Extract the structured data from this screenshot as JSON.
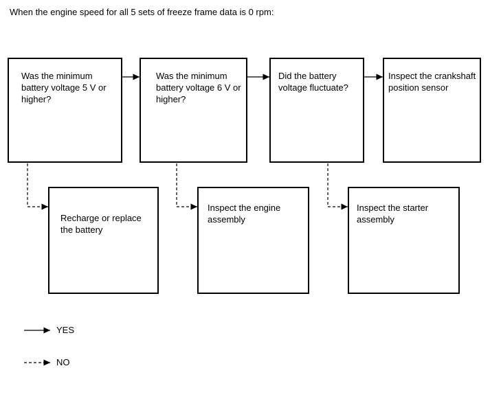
{
  "title": "When the engine speed for all 5 sets of freeze frame data is 0 rpm:",
  "flowchart": {
    "top_row": [
      {
        "label": "Was the minimum battery voltage 5 V or higher?"
      },
      {
        "label": "Was the minimum battery voltage 6 V or higher?"
      },
      {
        "label": "Did the battery voltage fluctuate?"
      },
      {
        "label": "Inspect the crankshaft position sensor"
      }
    ],
    "bottom_row": [
      {
        "label": "Recharge or replace the battery"
      },
      {
        "label": "Inspect the engine assembly"
      },
      {
        "label": "Inspect the starter assembly"
      }
    ],
    "connections": {
      "yes": [
        {
          "from": "Was the minimum battery voltage 5 V or higher?",
          "to": "Was the minimum battery voltage 6 V or higher?"
        },
        {
          "from": "Was the minimum battery voltage 6 V or higher?",
          "to": "Did the battery voltage fluctuate?"
        },
        {
          "from": "Did the battery voltage fluctuate?",
          "to": "Inspect the crankshaft position sensor"
        }
      ],
      "no": [
        {
          "from": "Was the minimum battery voltage 5 V or higher?",
          "to": "Recharge or replace the battery"
        },
        {
          "from": "Was the minimum battery voltage 6 V or higher?",
          "to": "Inspect the engine assembly"
        },
        {
          "from": "Did the battery voltage fluctuate?",
          "to": "Inspect the starter assembly"
        }
      ]
    }
  },
  "legend": [
    {
      "style": "solid",
      "label": "YES"
    },
    {
      "style": "dashed",
      "label": "NO"
    }
  ],
  "colors": {
    "line": "#000000",
    "text": "#000000",
    "background": "#ffffff"
  }
}
